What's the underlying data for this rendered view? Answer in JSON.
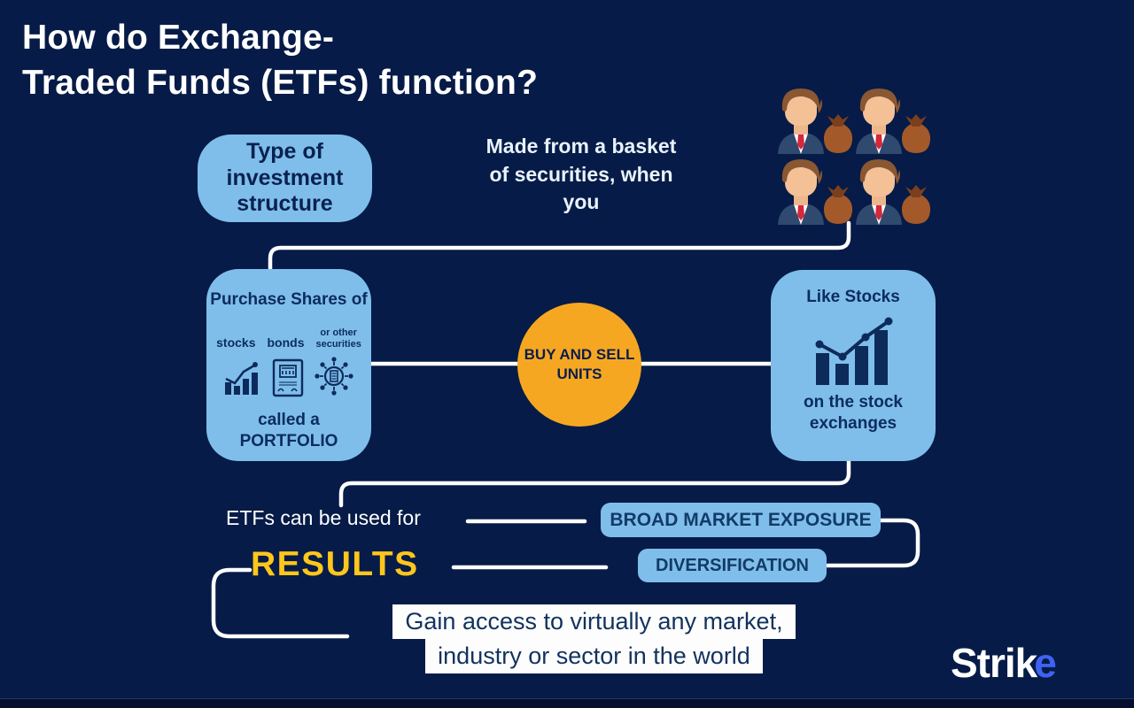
{
  "title": {
    "text": "How do Exchange-\nTraded Funds (ETFs) function?"
  },
  "flow": {
    "type_box": "Type of\ninvestment\nstructure",
    "made_text": "Made from a basket\nof securities, when\nyou",
    "purchase": {
      "title": "Purchase Shares of",
      "labels": [
        "stocks",
        "bonds",
        "or other\nsecurities"
      ],
      "footer": "called a\nPORTFOLIO"
    },
    "circle": "BUY AND SELL\nUNITS",
    "like": {
      "title": "Like Stocks",
      "footer": "on the stock\nexchanges"
    },
    "used_for": "ETFs can be used for",
    "uses": [
      "BROAD MARKET EXPOSURE",
      "DIVERSIFICATION"
    ],
    "results": "RESULTS",
    "gain": [
      "Gain access to virtually any market,",
      "industry or sector in the world"
    ]
  },
  "brand": {
    "name": "Strike",
    "text_white": "Strik",
    "text_accent": "e"
  },
  "colors": {
    "background": "#061B47",
    "box_blue": "#7FBEEB",
    "navy_text": "#0C2C5E",
    "orange": "#F6A722",
    "yellow": "#FFC61C",
    "white": "#FFFFFF",
    "strike_accent_blue": "#3E63F2"
  }
}
